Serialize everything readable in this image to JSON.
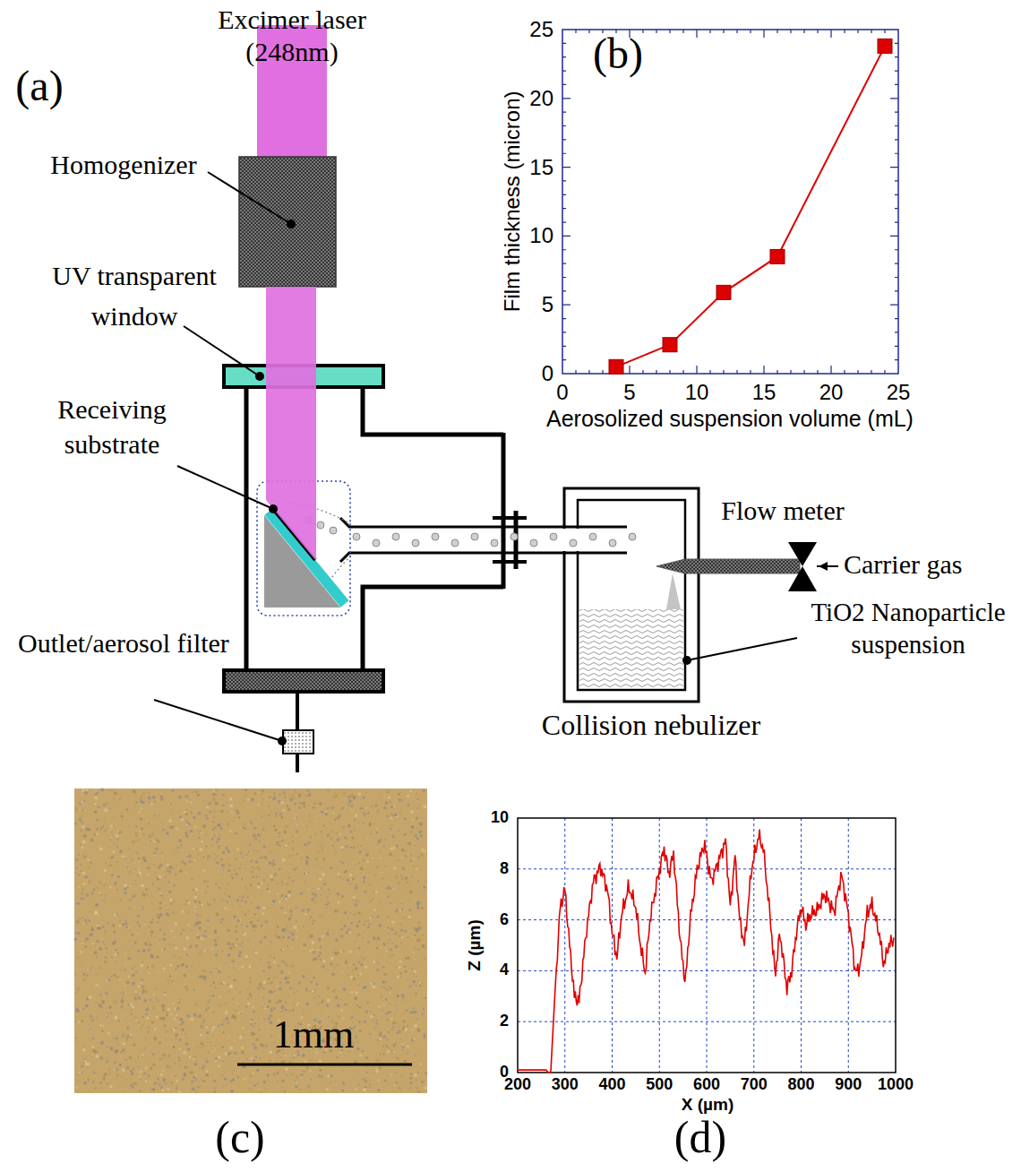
{
  "diagram": {
    "labels": [
      "(a)",
      "Excimer laser (248nm)",
      "Homogenizer",
      "UV transparent window",
      "Receiving substrate",
      "Outlet/aerosol filter",
      "Flow meter",
      "Carrier gas",
      "TiO2 Nanoparticle suspension",
      "Collision nebulizer",
      "(b)",
      "25",
      "20",
      "15",
      "10",
      "5",
      "0",
      "Film thickness (micron)",
      "0",
      "5",
      "10",
      "15",
      "20",
      "25",
      "Aerosolized suspension volume (mL)",
      "1mm",
      "(c)",
      "10",
      "8",
      "6",
      "4",
      "2",
      "0",
      "Z (µm)",
      "200",
      "300",
      "400",
      "500",
      "600",
      "700",
      "800",
      "900",
      "1000",
      "X (µm)",
      "(d)"
    ]
  }
}
